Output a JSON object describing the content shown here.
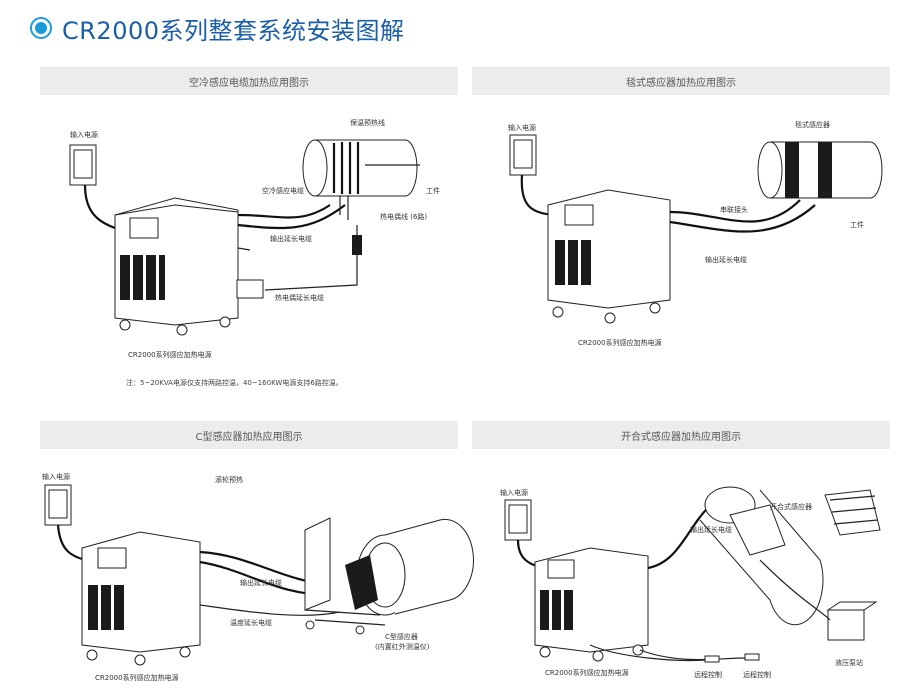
{
  "title": "CR2000系列整套系统安装图解",
  "colors": {
    "accent": "#1a9bd7",
    "title": "#1a5fa8",
    "header_bg": "#ececec"
  },
  "panels": [
    {
      "header": "空冷感应电缆加热应用图示",
      "labels": {
        "input_power": "输入电源",
        "insulation": "保温预热线",
        "air_cable": "空冷感应电缆",
        "workpiece": "工件",
        "output_ext": "输出延长电缆",
        "thermocouple": "热电偶线 (6路)",
        "tc_ext": "热电偶延长电缆",
        "machine": "CR2000系列感应加热电源"
      },
      "note": "注：5~20KVA电源仅支持两路控温，40~160KW电源支持6路控温。"
    },
    {
      "header": "毯式感应器加热应用图示",
      "labels": {
        "input_power": "输入电源",
        "blanket": "毯式感应器",
        "quick": "串联接头",
        "workpiece": "工件",
        "output_ext": "输出延长电缆",
        "machine": "CR2000系列感应加热电源"
      }
    },
    {
      "header": "C型感应器加热应用图示",
      "labels": {
        "input_power": "输入电源",
        "roller": "滚轮预热",
        "output_ext": "输出延长电缆",
        "temp_ext": "温度延长电缆",
        "c_sensor": "C型感应器",
        "c_sensor_sub": "(内置红外测温仪)",
        "machine": "CR2000系列感应加热电源"
      }
    },
    {
      "header": "开合式感应器加热应用图示",
      "labels": {
        "input_power": "输入电源",
        "openclose": "开合式感应器",
        "output_ext": "输出延长电缆",
        "remote1": "远程控制",
        "remote2": "远程控制",
        "hydraulic": "液压泵站",
        "machine": "CR2000系列感应加热电源"
      }
    }
  ]
}
